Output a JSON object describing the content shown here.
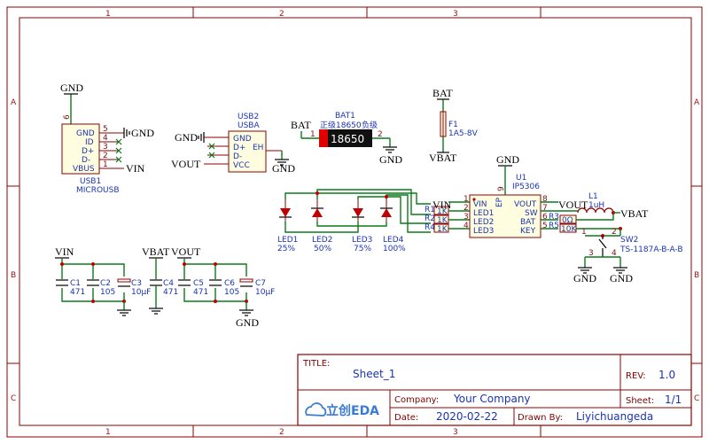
{
  "grid": {
    "cols": [
      "1",
      "2",
      "3"
    ],
    "rows": [
      "A",
      "B",
      "C"
    ]
  },
  "nets": {
    "gnd_top": "GND",
    "gnd_usb1": "GND",
    "vin_usb1": "VIN",
    "gnd_usb2": "GND",
    "vout_usb2": "VOUT",
    "gnd_usb2b": "GND",
    "bat": "BAT",
    "gnd_bat": "GND",
    "bat_f1": "BAT",
    "vbat_f1": "VBAT",
    "gnd_u1": "GND",
    "vin_u1": "VIN",
    "vout_u1": "VOUT",
    "vbat_u1": "VBAT",
    "gnd_sw1": "GND",
    "gnd_sw2": "GND",
    "vin_cap": "VIN",
    "vbat_cap": "VBAT",
    "vout_cap": "VOUT",
    "gnd_cap": "GND"
  },
  "usb1": {
    "ref": "USB1",
    "value": "MICROUSB",
    "pin6": "6",
    "pins": [
      {
        "name": "GND",
        "num": "5"
      },
      {
        "name": "ID",
        "num": "4"
      },
      {
        "name": "D+",
        "num": "3"
      },
      {
        "name": "D-",
        "num": "2"
      },
      {
        "name": "VBUS",
        "num": "1"
      }
    ]
  },
  "usb2": {
    "ref": "USB2",
    "value": "USBA",
    "pins": [
      {
        "name": "GND"
      },
      {
        "name": "D+"
      },
      {
        "name": "D-"
      },
      {
        "name": "VCC"
      }
    ],
    "eh": "EH"
  },
  "bat1": {
    "ref": "BAT1",
    "value": "18650",
    "label": "18650",
    "chinese_left": "正级",
    "chinese_right": "负级",
    "pin1": "1",
    "pin2": "2"
  },
  "f1": {
    "ref": "F1",
    "value": "1A5-8V"
  },
  "u1": {
    "ref": "U1",
    "value": "IP5306",
    "ep": "EP",
    "pin9": "9",
    "left_pins": [
      {
        "name": "VIN",
        "num": "1"
      },
      {
        "name": "LED1",
        "num": "2"
      },
      {
        "name": "LED2",
        "num": "3"
      },
      {
        "name": "LED3",
        "num": "4"
      }
    ],
    "right_pins": [
      {
        "name": "VOUT",
        "num": "8"
      },
      {
        "name": "SW",
        "num": "7"
      },
      {
        "name": "BAT",
        "num": "6"
      },
      {
        "name": "KEY",
        "num": "5"
      }
    ]
  },
  "resistors": [
    {
      "ref": "R1",
      "value": "1K"
    },
    {
      "ref": "R2",
      "value": "1K"
    },
    {
      "ref": "R4",
      "value": "1K"
    },
    {
      "ref": "R3",
      "value": "0Ω"
    },
    {
      "ref": "R5",
      "value": "10K"
    }
  ],
  "l1": {
    "ref": "L1",
    "value": "1uH"
  },
  "sw2": {
    "ref": "SW2",
    "value": "TS-1187A-B-A-B",
    "pins": [
      "1",
      "2",
      "3",
      "4"
    ]
  },
  "leds": [
    {
      "ref": "LED1",
      "pct": "25%"
    },
    {
      "ref": "LED2",
      "pct": "50%"
    },
    {
      "ref": "LED3",
      "pct": "75%"
    },
    {
      "ref": "LED4",
      "pct": "100%"
    }
  ],
  "caps": [
    {
      "ref": "C1",
      "value": "471"
    },
    {
      "ref": "C2",
      "value": "105"
    },
    {
      "ref": "C3",
      "value": "10μF"
    },
    {
      "ref": "C4",
      "value": "471"
    },
    {
      "ref": "C5",
      "value": "471"
    },
    {
      "ref": "C6",
      "value": "105"
    },
    {
      "ref": "C7",
      "value": "10μF"
    }
  ],
  "title_block": {
    "title_label": "TITLE:",
    "title": "Sheet_1",
    "rev_label": "REV:",
    "rev": "1.0",
    "company_label": "Company:",
    "company": "Your Company",
    "sheet_label": "Sheet:",
    "sheet": "1/1",
    "date_label": "Date:",
    "date": "2020-02-22",
    "drawn_label": "Drawn By:",
    "drawn": "Liyichuangeda",
    "logo_text": "立创EDA"
  },
  "colors": {
    "wire": "#0a7a1a",
    "border": "#8b0000",
    "pin_text": "#1a33b3",
    "junction": "#c00000"
  }
}
